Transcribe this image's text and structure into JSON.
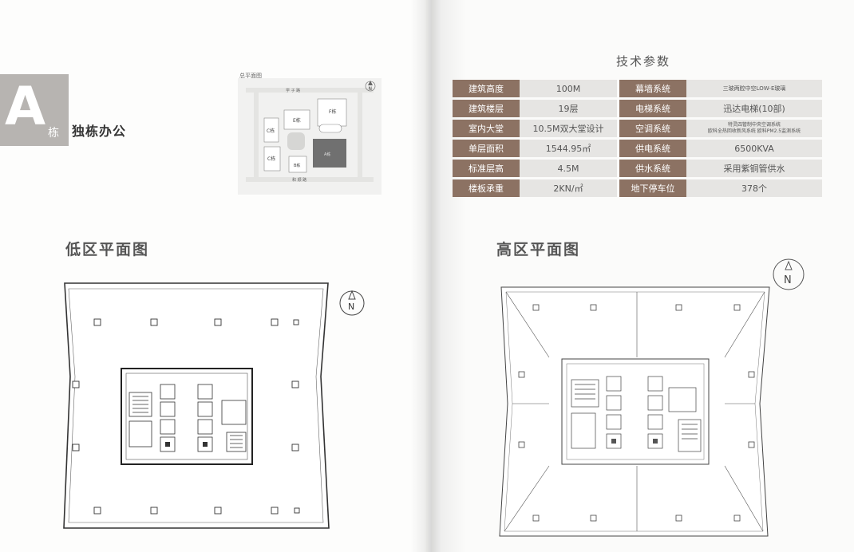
{
  "left_page": {
    "building_letter": "A",
    "building_suffix": "栋",
    "building_title": "独栋办公",
    "site_plan": {
      "label": "总平面图",
      "north": "N",
      "buildings": {
        "c1": "C栋",
        "e": "E栋",
        "f": "F栋",
        "c2": "C栋",
        "b": "B栋",
        "a": "A栋"
      },
      "road_top": "学 子 路",
      "road_bottom": "和 顺 路"
    },
    "low_zone_title": "低区平面图",
    "north": "N"
  },
  "right_page": {
    "tech_title": "技术参数",
    "tech_rows": [
      {
        "label1": "建筑高度",
        "value1": "100M",
        "label2": "幕墙系统",
        "value2": "三玻两腔中空LOW-E玻璃"
      },
      {
        "label1": "建筑楼层",
        "value1": "19层",
        "label2": "电梯系统",
        "value2": "迅达电梯(10部)"
      },
      {
        "label1": "室内大堂",
        "value1": "10.5M双大堂设计",
        "label2": "空调系统",
        "value2_line1": "特灵四管制中央空调系统",
        "value2_line2": "欧科全热回收新风系统 欧科PM2.5监测系统"
      },
      {
        "label1": "单层面积",
        "value1": "1544.95㎡",
        "label2": "供电系统",
        "value2": "6500KVA"
      },
      {
        "label1": "标准层高",
        "value1": "4.5M",
        "label2": "供水系统",
        "value2": "采用紫铜管供水"
      },
      {
        "label1": "楼板承重",
        "value1": "2KN/㎡",
        "label2": "地下停车位",
        "value2": "378个"
      }
    ],
    "high_zone_title": "高区平面图",
    "north": "N"
  }
}
